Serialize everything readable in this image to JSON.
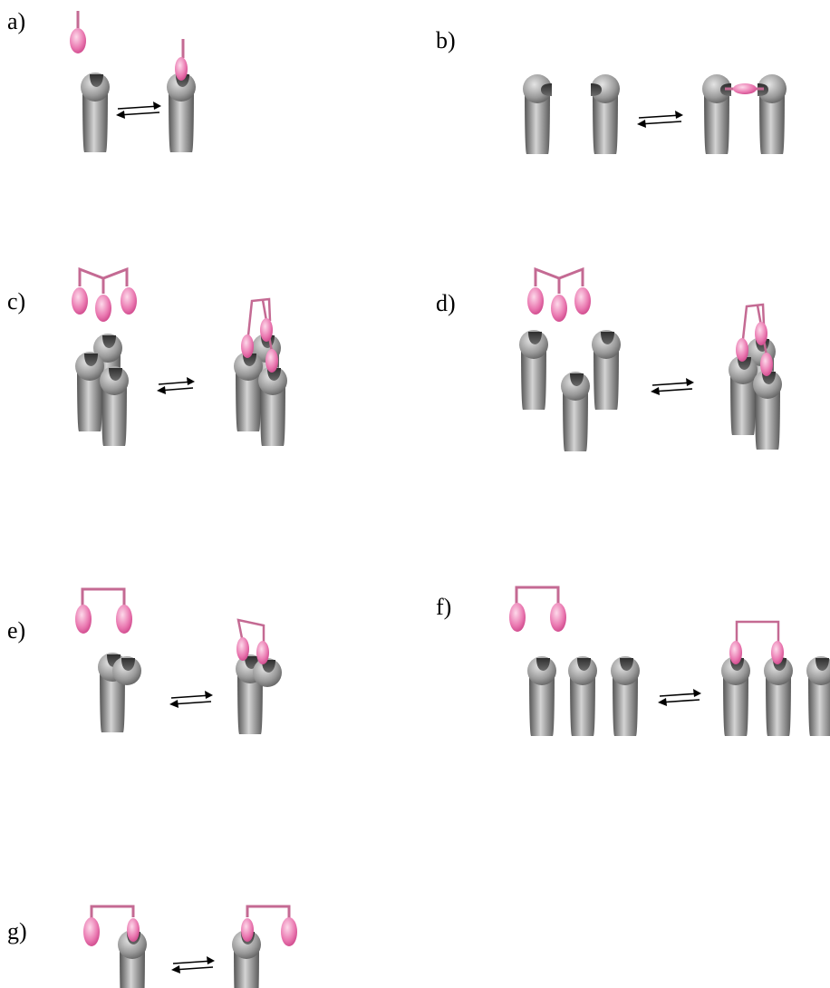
{
  "panels": [
    {
      "id": "a",
      "label": "a)"
    },
    {
      "id": "b",
      "label": "b)"
    },
    {
      "id": "c",
      "label": "c)"
    },
    {
      "id": "d",
      "label": "d)"
    },
    {
      "id": "e",
      "label": "e)"
    },
    {
      "id": "f",
      "label": "f)"
    },
    {
      "id": "g",
      "label": "g)"
    }
  ],
  "colors": {
    "receptor_dark": "#555555",
    "receptor_light": "#dcdcdc",
    "ligand_pink": "#e0559a",
    "ligand_light": "#fbd2e6",
    "linker": "#c46a93",
    "arrow": "#000000"
  }
}
